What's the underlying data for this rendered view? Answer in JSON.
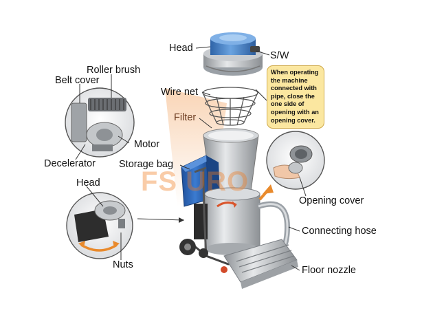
{
  "labels": {
    "head_top": "Head",
    "sw": "S/W",
    "wire_net": "Wire net",
    "filter": "Filter",
    "roller_brush": "Roller brush",
    "belt_cover": "Belt cover",
    "motor": "Motor",
    "decelerator": "Decelerator",
    "storage_bag": "Storage bag",
    "head_left": "Head",
    "nuts": "Nuts",
    "opening_cover": "Opening cover",
    "connecting_hose": "Connecting hose",
    "floor_nozzle": "Floor nozzle"
  },
  "note": {
    "text": "When operating the machine connected with pipe, close the one side of opening with an opening cover."
  },
  "watermark": "FS URO",
  "colors": {
    "head_blue": "#3f7fc6",
    "body_gray": "#b9bcc0",
    "bag_blue": "#2a63b8",
    "note_bg": "#fbe7a0",
    "arrow_orange": "#e98a2c",
    "watermark": "#f07a1e"
  }
}
